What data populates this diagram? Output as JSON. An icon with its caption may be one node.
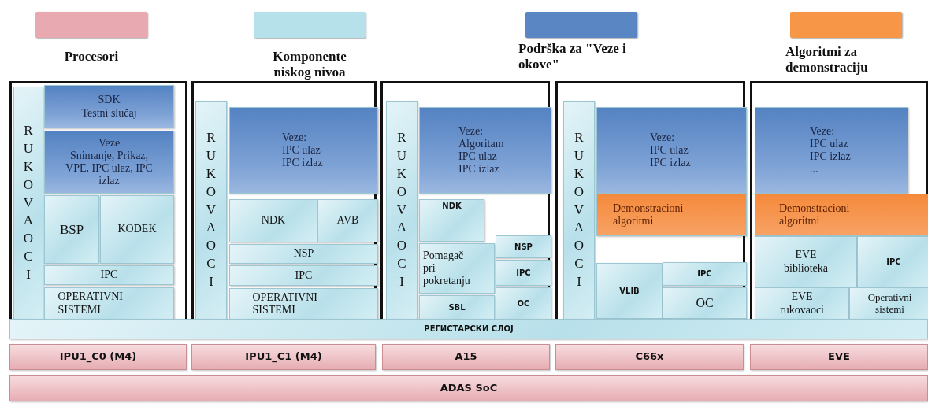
{
  "diagram": {
    "nodes": [
      {
        "text": [],
        "shape": "box"
      },
      {
        "text": [
          "RUKOVAOCI"
        ],
        "in": 0
      },
      {
        "text": [
          "SDK",
          "Testni slučaj"
        ],
        "in": 0
      },
      {
        "text": [
          "Veze",
          "Snimanje, Prikaz, VPE, IPC ulaz, IPC izlaz"
        ],
        "in": 0
      },
      {
        "text": [
          "BSP"
        ],
        "in": 0
      },
      {
        "text": [
          "KODEK"
        ],
        "in": 0
      },
      {
        "text": [
          "IPC"
        ],
        "in": 0
      },
      {
        "text": [
          "OPERATIVNI SISTEMI"
        ],
        "in": 0
      },
      {
        "text": [],
        "shape": "box"
      },
      {
        "text": [
          "RUKOVAOCI"
        ],
        "in": 8
      },
      {
        "text": [
          "Veze: IPC ulaz IPC izlaz"
        ],
        "in": 8
      },
      {
        "text": [
          "NDK"
        ],
        "in": 8
      },
      {
        "text": [
          "AVB"
        ],
        "in": 8
      },
      {
        "text": [
          "NSP"
        ],
        "in": 8
      },
      {
        "text": [
          "IPC"
        ],
        "in": 8
      },
      {
        "text": [
          "OPERATIVNI SISTEMI"
        ],
        "in": 8
      },
      {
        "text": [],
        "shape": "box"
      },
      {
        "text": [
          "RUKOVAOCI"
        ],
        "in": 16
      },
      {
        "text": [
          "Veze: Algoritam IPC ulaz IPC izlaz"
        ],
        "in": 16
      },
      {
        "text": [
          "NDK"
        ],
        "in": 16
      },
      {
        "text": [
          "Pomagač pri pokretanju"
        ],
        "in": 16
      },
      {
        "text": [
          "SBL"
        ],
        "in": 16
      },
      {
        "text": [
          "NSP"
        ],
        "in": 16
      },
      {
        "text": [
          "IPC"
        ],
        "in": 16
      },
      {
        "text": [
          "OC"
        ],
        "in": 16
      },
      {
        "text": [],
        "shape": "box"
      },
      {
        "text": [
          "RUKOVAOCI"
        ],
        "in": 25
      },
      {
        "text": [
          "Veze: IPC ulaz IPC izlaz"
        ],
        "in": 25
      },
      {
        "text": [
          "Demonstracioni algoritmi"
        ],
        "in": 25
      },
      {
        "text": [
          "VLIB"
        ],
        "in": 25
      },
      {
        "text": [
          "IPC"
        ],
        "in": 25
      },
      {
        "text": [
          "OC"
        ],
        "in": 25
      },
      {
        "text": [],
        "shape": "box"
      },
      {
        "text": [
          "Veze: IPC ulaz IPC izlaz ..."
        ],
        "in": 32
      },
      {
        "text": [
          "Demonstracioni algoritmi"
        ],
        "in": 32
      },
      {
        "text": [
          "EVE biblioteka"
        ],
        "in": 32
      },
      {
        "text": [
          "IPC"
        ],
        "in": 32
      },
      {
        "text": [
          "EVE rukovaoci"
        ],
        "in": 32
      },
      {
        "text": [
          "Operativni sistemi"
        ],
        "in": 32
      },
      {
        "text": [
          "РЕГИСТАРСКИ СЛОЈ"
        ]
      },
      {
        "text": [
          "IPU1_C0 (M4)"
        ]
      },
      {
        "text": [
          "IPU1_C1 (M4)"
        ]
      },
      {
        "text": [
          "A15"
        ]
      },
      {
        "text": [
          "C66x"
        ]
      },
      {
        "text": [
          "EVE"
        ]
      },
      {
        "text": [
          "ADAS SoC"
        ]
      }
    ],
    "legend": [
      {
        "text": "Procesori",
        "color": "#e8aab0"
      },
      {
        "text": "Komponente niskog nivoa",
        "color": "#b6e0ea"
      },
      {
        "text": "Podrška za \"Veze i okove\"",
        "color": "#5a86c4"
      },
      {
        "text": "Algoritmi za demonstraciju",
        "color": "#f79646"
      }
    ]
  }
}
